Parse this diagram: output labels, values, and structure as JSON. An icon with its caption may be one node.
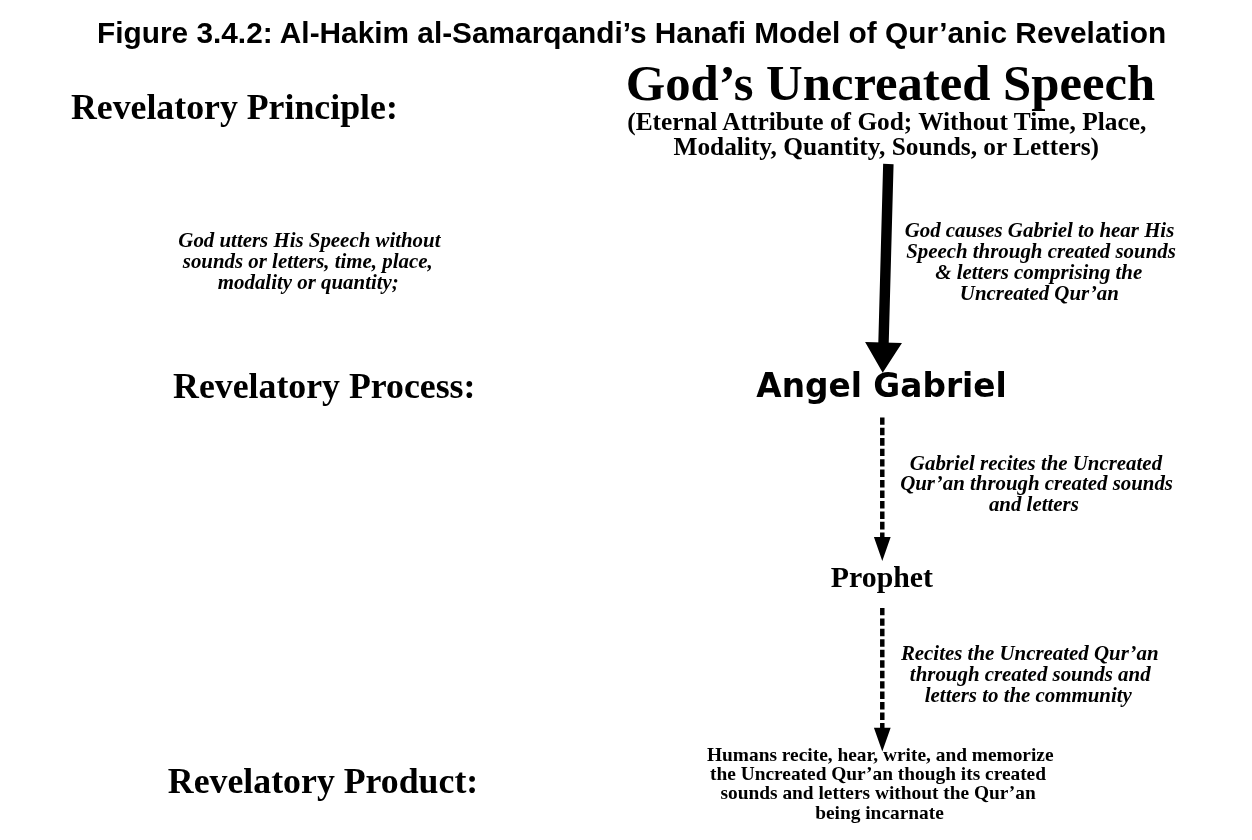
{
  "diagram": {
    "title": "Figure 3.4.2: Al-Hakim al-Samarqandi’s Hanafi Model of Qur’anic Revelation",
    "nodes": [
      {
        "text": [
          "God’s Uncreated Speech",
          "(Eternal Attribute of God; Without Time, Place, Modality, Quantity, Sounds, or Letters)"
        ]
      },
      {
        "text": [
          "Angel Gabriel"
        ]
      },
      {
        "text": [
          "Prophet"
        ]
      },
      {
        "text": [
          "Humans recite, hear, write, and memorize the Uncreated Qur’an though its created sounds and letters without the Qur’an being incarnate"
        ]
      }
    ],
    "edges": [
      {
        "from": 0,
        "to": 1,
        "arrow": "to",
        "style": "thick",
        "label": "God causes Gabriel to hear His Speech through created sounds & letters comprising the Uncreated Qur’an"
      },
      {
        "from": 1,
        "to": 2,
        "arrow": "to",
        "style": "dashed",
        "label": "Gabriel recites the Uncreated  Qur’an through created sounds and letters"
      },
      {
        "from": 2,
        "to": 3,
        "arrow": "to",
        "style": "dashed",
        "label": "Recites the Uncreated Qur’an through created sounds and letters to the community"
      }
    ],
    "labels": [
      "Revelatory Principle:",
      "God utters His Speech without sounds or letters, time, place, modality or quantity;",
      "Revelatory Process:",
      "Revelatory Product:"
    ]
  }
}
